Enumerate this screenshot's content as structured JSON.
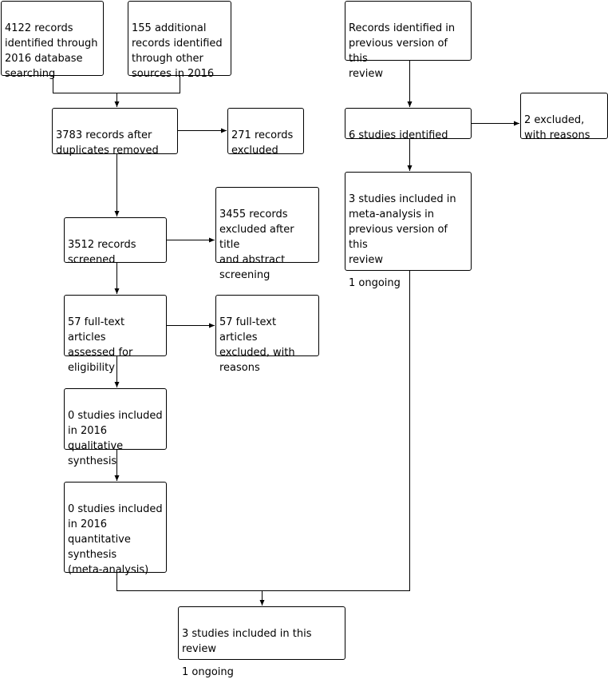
{
  "boxes": {
    "records_db": "4122 records\nidentified through\n2016 database\nsearching",
    "records_other": "155 additional\nrecords identified\nthrough other\nsources in 2016",
    "records_previous": "Records identified in\nprevious version of this\nreview",
    "after_duplicates": "3783 records after\nduplicates removed",
    "records_excluded": "271 records\nexcluded",
    "studies_identified": "6 studies identified",
    "excluded_reasons_prev": "2 excluded,\nwith reasons",
    "included_previous": "3 studies included in\nmeta-analysis in\nprevious version of this\nreview",
    "included_previous_ongoing": "1 ongoing",
    "records_screened": "3512 records\nscreened",
    "excluded_title_abstract": "3455 records\nexcluded after title\nand abstract\nscreening",
    "fulltext_assessed": "57 full-text articles\nassessed for\neligibility",
    "fulltext_excluded": "57 full-text articles\nexcluded, with\nreasons",
    "qualitative": "0 studies included\nin 2016 qualitative\nsynthesis",
    "quantitative": "0 studies included\nin 2016\nquantitative\nsynthesis\n(meta-analysis)",
    "final_included": "3 studies included in this review",
    "final_ongoing": "1 ongoing"
  }
}
